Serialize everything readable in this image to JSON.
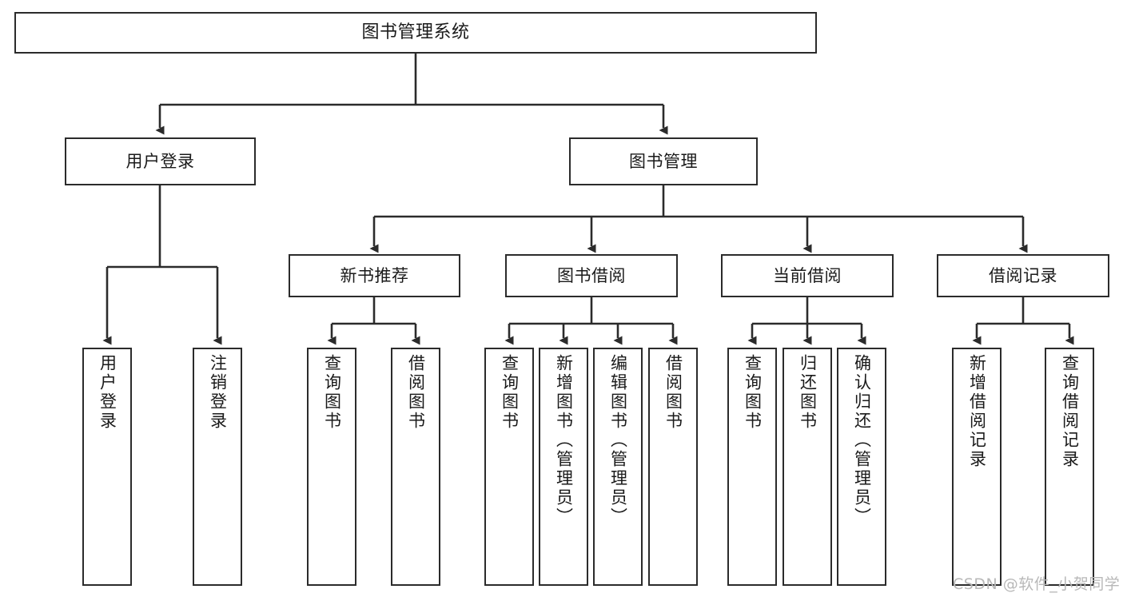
{
  "diagram": {
    "title": "图书管理系统",
    "type": "tree-hierarchy-chart",
    "background_color": "#ffffff",
    "box_border_color": "#2b2b2b",
    "connector_color": "#2b2b2b",
    "watermark": "CSDN @软件_小贺同学"
  },
  "nodes": {
    "root": {
      "label": "图书管理系统"
    },
    "level2": [
      {
        "label": "用户登录"
      },
      {
        "label": "图书管理"
      }
    ],
    "level3": [
      {
        "label": "新书推荐"
      },
      {
        "label": "图书借阅"
      },
      {
        "label": "当前借阅"
      },
      {
        "label": "借阅记录"
      }
    ],
    "leaves": {
      "user_login": [
        {
          "label": "用户登录"
        },
        {
          "label": "注销登录"
        }
      ],
      "new_book_recommend": [
        {
          "label": "查询图书"
        },
        {
          "label": "借阅图书"
        }
      ],
      "book_borrow": [
        {
          "label": "查询图书"
        },
        {
          "label": "新增图书（管理员）"
        },
        {
          "label": "编辑图书（管理员）"
        },
        {
          "label": "借阅图书"
        }
      ],
      "current_borrow": [
        {
          "label": "查询图书"
        },
        {
          "label": "归还图书"
        },
        {
          "label": "确认归还（管理员）"
        }
      ],
      "borrow_record": [
        {
          "label": "新增借阅记录"
        },
        {
          "label": "查询借阅记录"
        }
      ]
    }
  }
}
